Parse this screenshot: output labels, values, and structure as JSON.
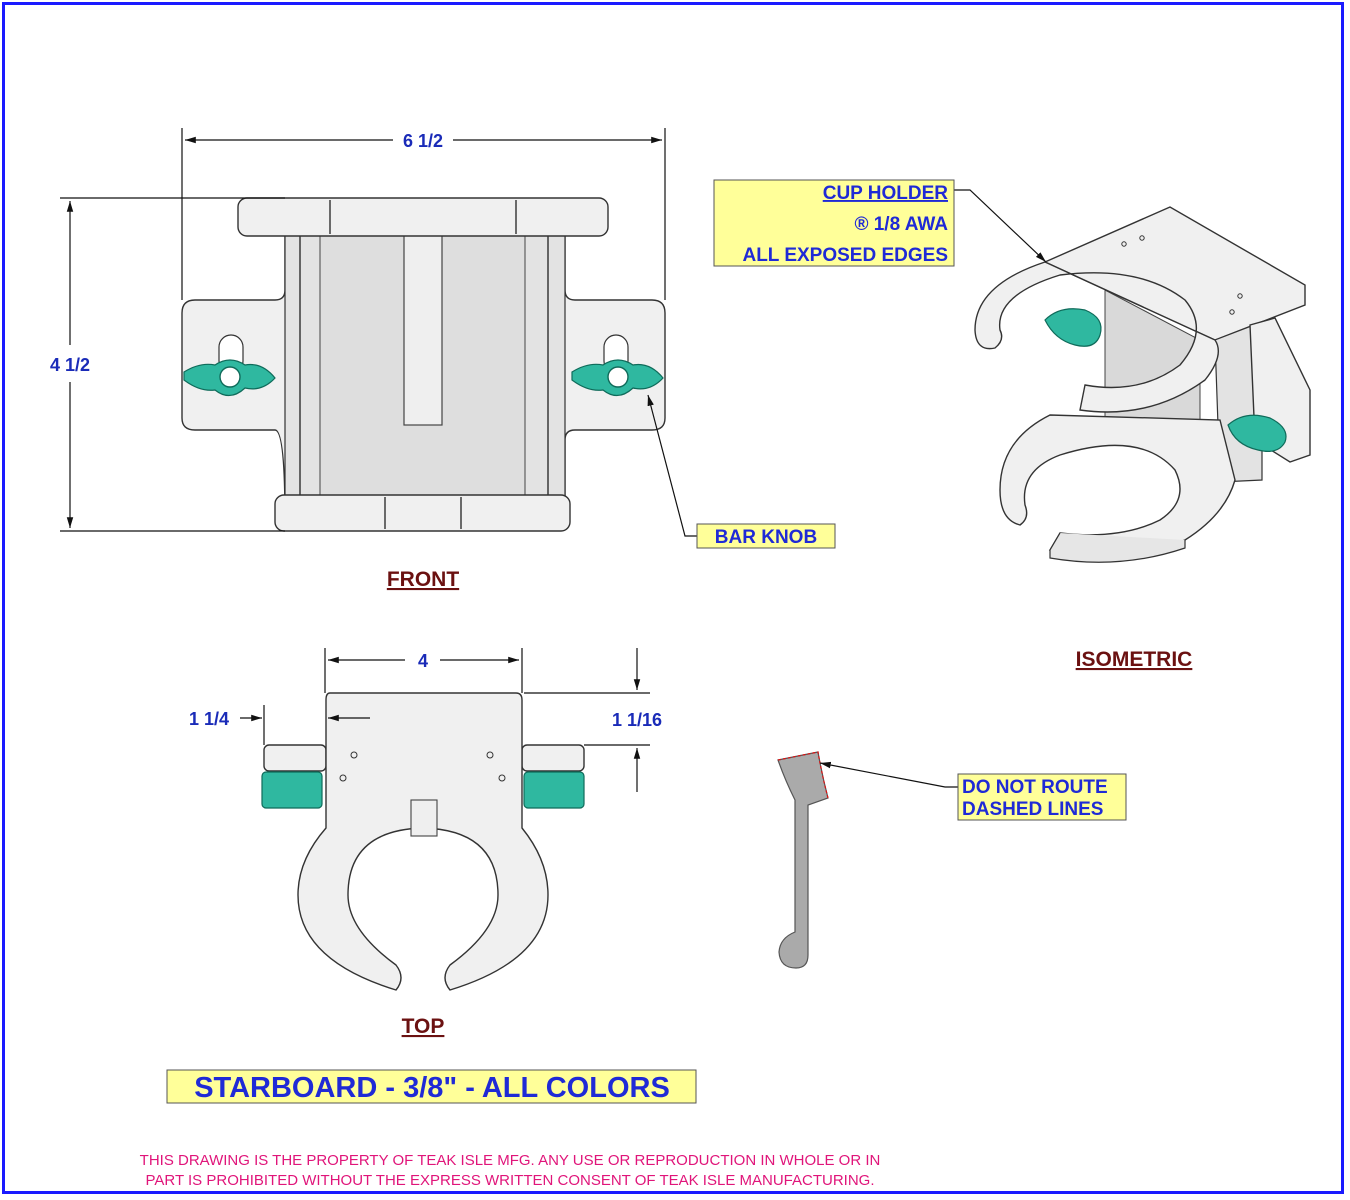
{
  "dimensions": {
    "front_width": "6 1/2",
    "front_height": "4 1/2",
    "top_width": "4",
    "top_left_offset": "1 1/4",
    "top_right_offset": "1 1/16"
  },
  "views": {
    "front": "FRONT",
    "isometric": "ISOMETRIC",
    "top": "TOP"
  },
  "notes": {
    "cup_holder": [
      "CUP HOLDER",
      "® 1/8 AWA",
      "ALL EXPOSED EDGES"
    ],
    "bar_knob": "BAR KNOB",
    "do_not_route": [
      "DO NOT ROUTE",
      "DASHED LINES"
    ]
  },
  "title": "STARBOARD - 3/8\" - ALL COLORS",
  "footer": [
    "THIS DRAWING IS THE PROPERTY OF TEAK ISLE MFG.  ANY USE OR REPRODUCTION IN WHOLE OR IN",
    "PART IS PROHIBITED WITHOUT THE EXPRESS WRITTEN CONSENT OF TEAK ISLE MANUFACTURING."
  ],
  "colors": {
    "frame": "#1a1aff",
    "dimension_text": "#1a2bb8",
    "view_label": "#6b1111",
    "note_box": "#ffff99",
    "knob": "#2fb8a0",
    "footer_text": "#e0157a"
  }
}
